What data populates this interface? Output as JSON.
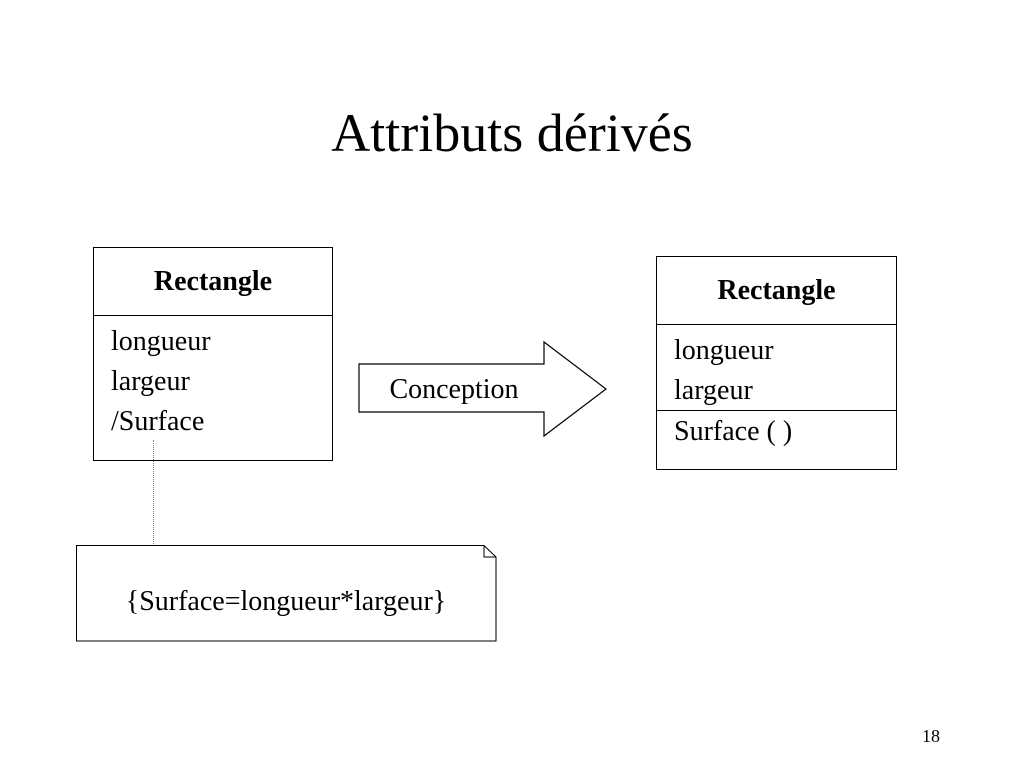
{
  "slide": {
    "title": "Attributs dérivés",
    "number": "18"
  },
  "left_class": {
    "name": "Rectangle",
    "attributes": [
      "longueur",
      "largeur",
      "/Surface"
    ]
  },
  "arrow": {
    "label": "Conception"
  },
  "right_class": {
    "name": "Rectangle",
    "attributes": [
      "longueur",
      "largeur"
    ],
    "operations": [
      "Surface ( )"
    ]
  },
  "note": {
    "text": "{Surface=longueur*largeur}"
  },
  "colors": {
    "line": "#000000",
    "connector": "#808080",
    "background": "#ffffff"
  }
}
